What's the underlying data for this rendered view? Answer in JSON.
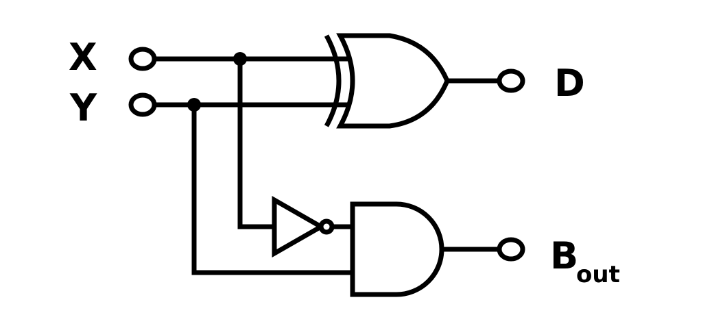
{
  "inputs": {
    "x_label": "X",
    "y_label": "Y"
  },
  "outputs": {
    "d_label": "D",
    "b_label": "B",
    "b_subscript": "out"
  },
  "gates": {
    "xor": "xor-gate-icon",
    "not": "not-gate-icon",
    "and": "and-gate-icon"
  },
  "colors": {
    "line": "#000000",
    "background": "#ffffff"
  }
}
